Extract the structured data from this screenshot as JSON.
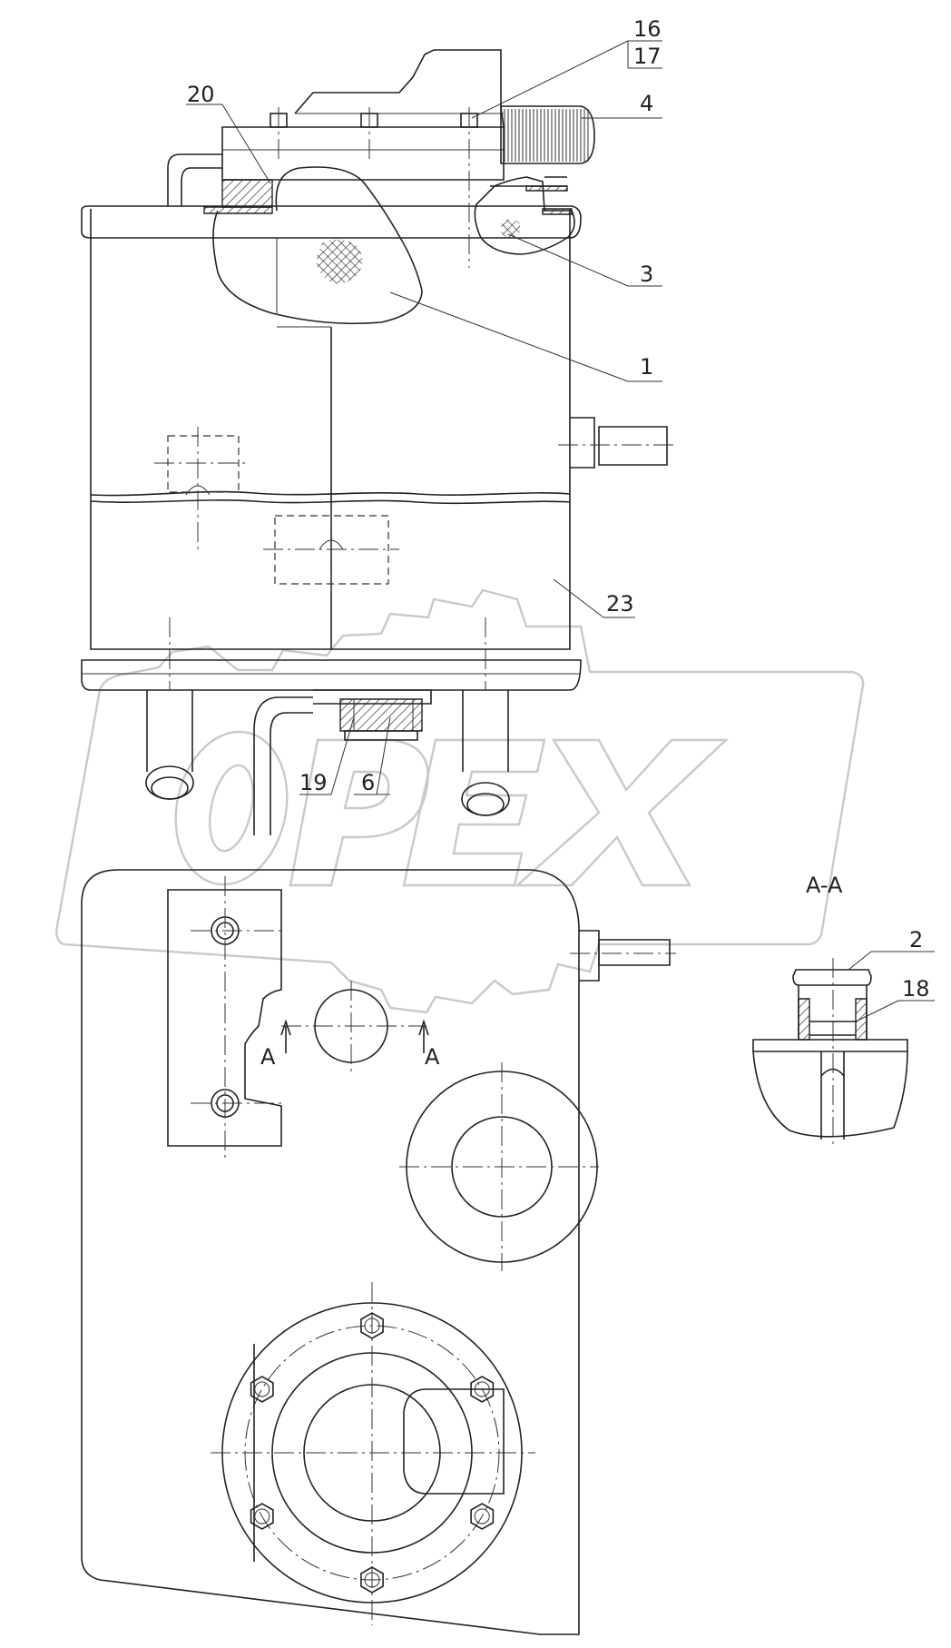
{
  "callouts": {
    "c16": "16",
    "c17": "17",
    "c20": "20",
    "c4": "4",
    "c3": "3",
    "c1": "1",
    "c23": "23",
    "c19": "19",
    "c6": "6",
    "c2": "2",
    "c18": "18"
  },
  "section": {
    "title": "A-A",
    "marker_left": "A",
    "marker_right": "A"
  },
  "watermark": {
    "text": "OPEX",
    "color": "#c9c9c9"
  },
  "colors": {
    "line": "#222222",
    "background": "#ffffff"
  }
}
